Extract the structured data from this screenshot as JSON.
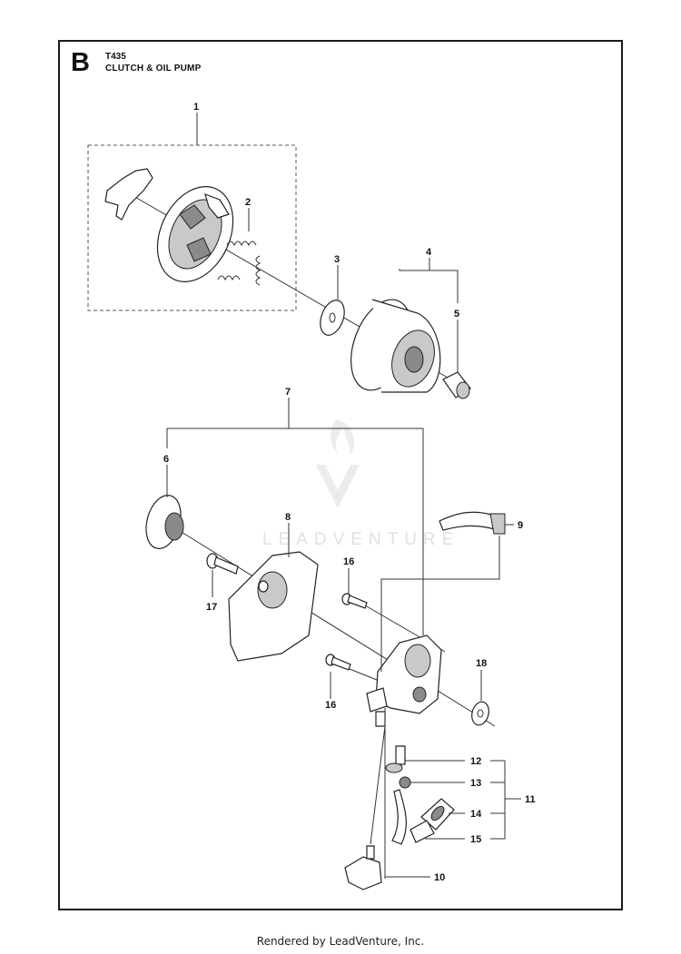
{
  "header": {
    "section_letter": "B",
    "model": "T435",
    "title": "CLUTCH & OIL PUMP"
  },
  "callouts": [
    "1",
    "2",
    "3",
    "4",
    "5",
    "6",
    "7",
    "8",
    "9",
    "10",
    "11",
    "12",
    "13",
    "14",
    "15",
    "16",
    "16",
    "17",
    "18"
  ],
  "watermark": "LEADVENTURE",
  "footer": "Rendered by LeadVenture, Inc.",
  "colors": {
    "line": "#222222",
    "watermark": "#e1e1e1",
    "background": "#ffffff"
  }
}
